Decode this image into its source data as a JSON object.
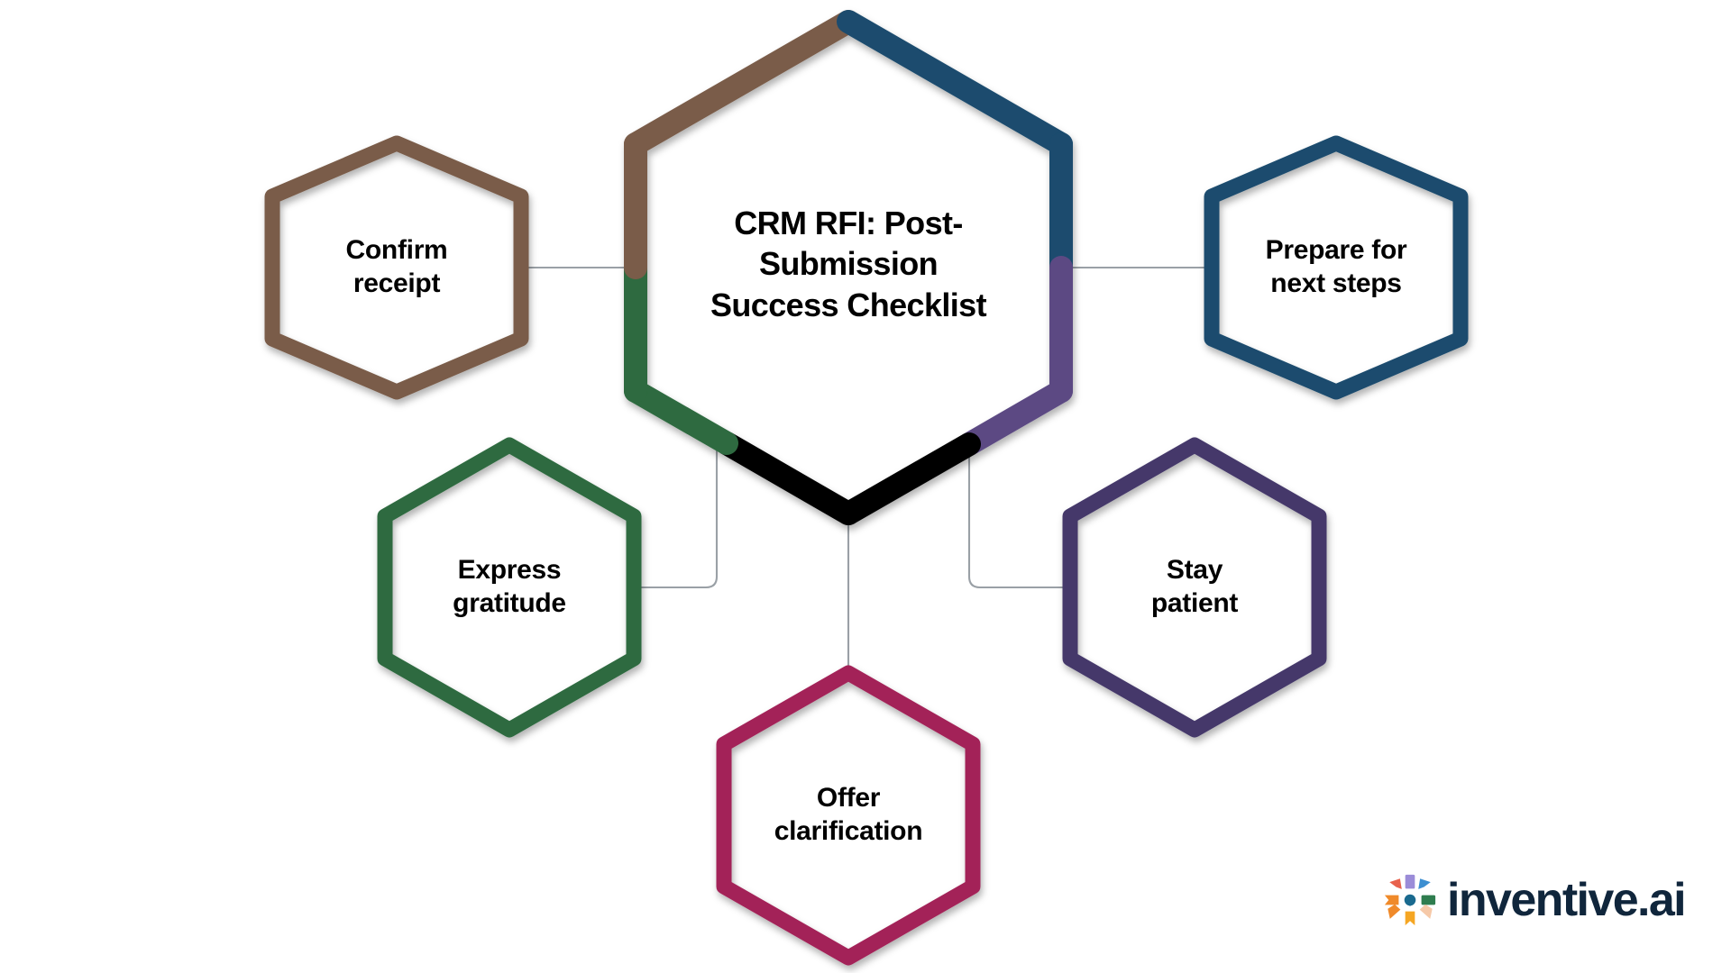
{
  "diagram": {
    "type": "hub-and-spoke-hexagon",
    "center": {
      "id": "center",
      "title": "CRM RFI: Post-\nSubmission\nSuccess Checklist",
      "title_lines": [
        "CRM RFI: Post-",
        "Submission",
        "Success Checklist"
      ],
      "segment_colors": [
        "#7a5c48",
        "#1a4c6e",
        "#5b4a83",
        "#000000",
        "#2d6b3f",
        "#7a5c48"
      ]
    },
    "nodes": [
      {
        "id": "confirm-receipt",
        "label": "Confirm\nreceipt",
        "color": "#7a5c48",
        "position": "upper-left"
      },
      {
        "id": "prepare-next-steps",
        "label": "Prepare for\nnext steps",
        "color": "#1a4c6e",
        "position": "upper-right"
      },
      {
        "id": "express-gratitude",
        "label": "Express\ngratitude",
        "color": "#2d6b3f",
        "position": "lower-left"
      },
      {
        "id": "stay-patient",
        "label": "Stay\npatient",
        "color": "#44396b",
        "position": "lower-right"
      },
      {
        "id": "offer-clarification",
        "label": "Offer\nclarification",
        "color": "#a32458",
        "position": "bottom"
      }
    ],
    "connector_color": "#9aa0a6",
    "background_color": "#ffffff",
    "text_color": "#000000"
  },
  "brand": {
    "name": "inventive.ai",
    "wordmark_color": "#10263c",
    "mark_colors": {
      "red": "#e8614c",
      "orange": "#f08a2a",
      "amber": "#f5a623",
      "peach": "#f6c9a8",
      "violet": "#9b8cd8",
      "blue": "#3d8fd1",
      "teal": "#1a6a8f",
      "green": "#2f7d4f",
      "dark_navy": "#10263c"
    }
  }
}
